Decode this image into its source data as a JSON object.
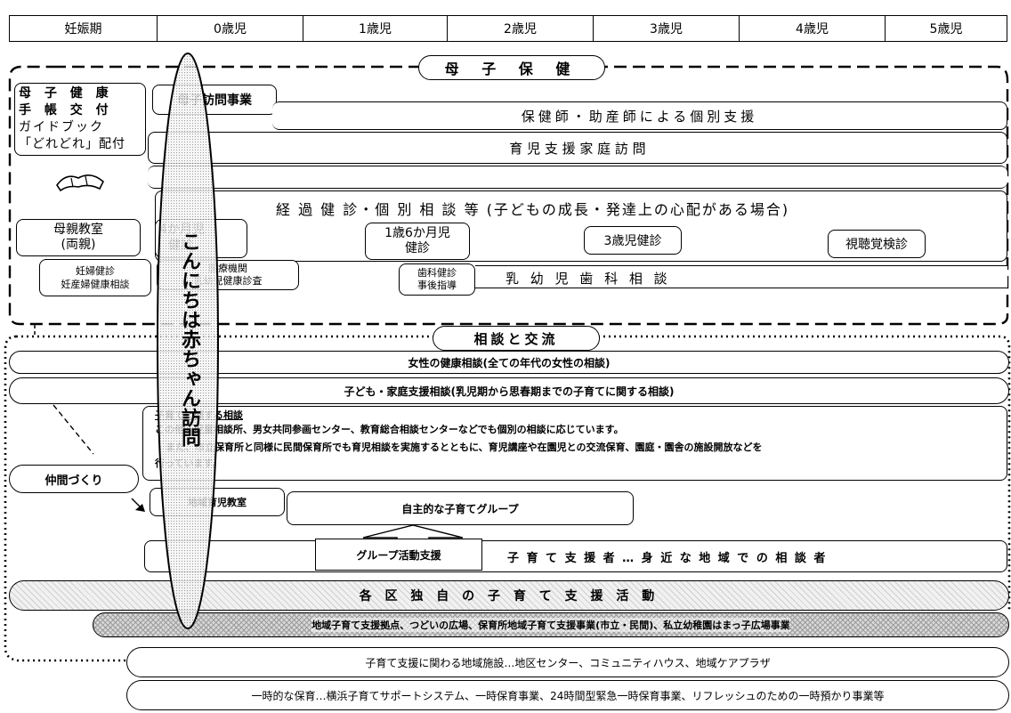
{
  "timeline": [
    "妊娠期",
    "0歳児",
    "1歳児",
    "2歳児",
    "3歳児",
    "4歳児",
    "5歳児"
  ],
  "maternal": {
    "title": "母 子 保 健",
    "handbook": [
      "母 子 健 康",
      "手 帳 交 付",
      "ガイドブック",
      "「どれどれ」配付"
    ],
    "home_visit": "母子訪問事業",
    "individual_support": "保健師・助産師による個別支援",
    "family_visit": "育 児 支 援 家 庭 訪 問",
    "followup": "経 過 健 診・個 別 相 談 等 (子どもの成長・発達上の心配がある場合)",
    "parents_class": [
      "母親教室",
      "(両親)"
    ],
    "pregnancy_checkup": [
      "妊婦健診",
      "妊産婦健康相談"
    ],
    "check_4m": [
      "4か月児",
      "健診"
    ],
    "medical_inst": [
      "医療機関",
      "乳幼児健康診査"
    ],
    "check_18m": [
      "1歳6か月児",
      "健診"
    ],
    "dental_checkup": [
      "歯科健診",
      "事後指導"
    ],
    "dental_consult": "乳 幼 児 歯 科 相 談",
    "check_3y": "3歳児健診",
    "vision_hearing": "視聴覚検診"
  },
  "consult": {
    "title": "相談と交流",
    "women_health": "女性の健康相談(全ての年代の女性の相談)",
    "child_family": "子ども・家庭支援相談(乳児期から思春期までの子育てに関する相談)",
    "child_consult_title": "子育てに関する相談",
    "child_consult_lines": [
      "この他、児童相談所、男女共同参画センター、教育総合相談センターなどでも個別の相談に応じています。",
      "また、市立保育所と同様に民間保育所でも育児相談を実施するとともに、育児講座や在園児との交流保育、園庭・園舎の施設開放などを",
      "行っています。"
    ],
    "peer": "仲間づくり",
    "local_class": "地域育児教室",
    "self_groups": "自主的な子育てグループ",
    "group_support": "グループ活動支援",
    "supporters": "子 育 て 支 援 者 … 身 近 な 地 域 で の 相 談 者",
    "ward_activities": "各 区 独 自 の 子 育 て 支 援 活 動",
    "hubs": "地域子育て支援拠点、つどいの広場、保育所地域子育て支援事業(市立・民間)、私立幼稚園はまっ子広場事業"
  },
  "facilities": "子育て支援に関わる地域施設…地区センター、コミュニティハウス、地域ケアプラザ",
  "temp_care": "一時的な保育…横浜子育てサポートシステム、一時保育事業、24時間型緊急一時保育事業、リフレッシュのための一時預かり事業等",
  "hello_baby": "こんにちは赤ちゃん訪問"
}
